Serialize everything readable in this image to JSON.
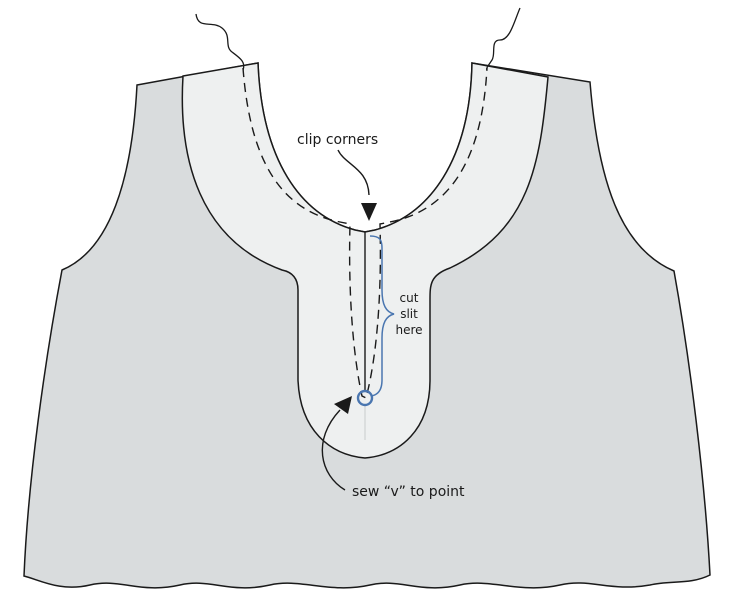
{
  "labels": {
    "clip_corners": "clip corners",
    "cut_line1": "cut",
    "cut_line2": "slit",
    "cut_line3": "here",
    "sew_v": "sew “v” to point"
  },
  "colors": {
    "garment": "#d9dcdd",
    "facing": "#eef0f0",
    "outline": "#1a1a1a",
    "accent_blue": "#4a76b0",
    "background": "#ffffff"
  },
  "icons": {
    "thread_tails": "thread-tail-icon",
    "pivot_point": "circle-marker-icon",
    "arrows": "arrow-icon"
  }
}
